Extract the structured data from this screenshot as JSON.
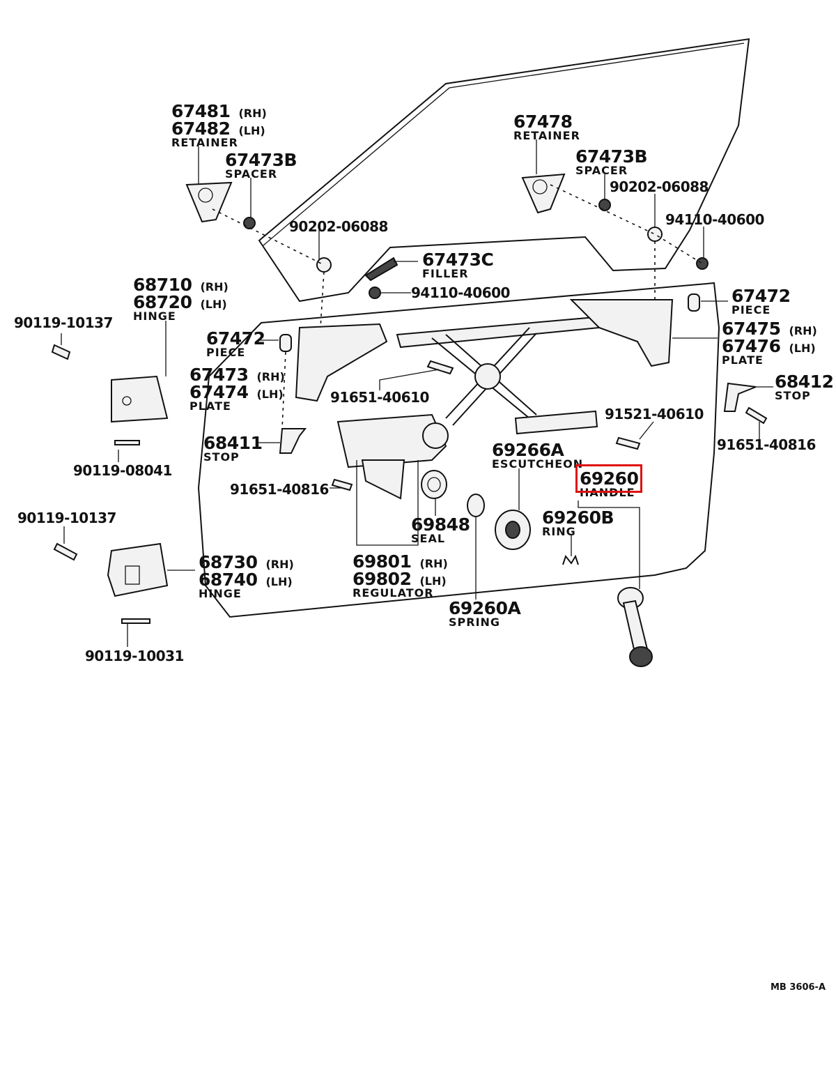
{
  "title_code": "MB 3606-A",
  "highlight_color": "#e01010",
  "labels": {
    "p67481": {
      "num": "67481",
      "side": "(RH)"
    },
    "p67482": {
      "num": "67482",
      "side": "(LH)",
      "name": "RETAINER"
    },
    "p67473b_l": {
      "num": "67473B",
      "name": "SPACER"
    },
    "p67478": {
      "num": "67478",
      "name": "RETAINER"
    },
    "p67473b_r": {
      "num": "67473B",
      "name": "SPACER"
    },
    "p90202_r": {
      "num": "90202-06088"
    },
    "p94110_r": {
      "num": "94110-40600"
    },
    "p90202_l": {
      "num": "90202-06088"
    },
    "p67473c": {
      "num": "67473C",
      "name": "FILLER"
    },
    "p94110_l": {
      "num": "94110-40600"
    },
    "p68710": {
      "num": "68710",
      "side": "(RH)"
    },
    "p68720": {
      "num": "68720",
      "side": "(LH)",
      "name": "HINGE"
    },
    "p90119_10137_a": {
      "num": "90119-10137"
    },
    "p67472_l": {
      "num": "67472",
      "name": "PIECE"
    },
    "p67473": {
      "num": "67473",
      "side": "(RH)"
    },
    "p67474": {
      "num": "67474",
      "side": "(LH)",
      "name": "PLATE"
    },
    "p67472_r": {
      "num": "67472",
      "name": "PIECE"
    },
    "p67475": {
      "num": "67475",
      "side": "(RH)"
    },
    "p67476": {
      "num": "67476",
      "side": "(LH)",
      "name": "PLATE"
    },
    "p91651_40610": {
      "num": "91651-40610"
    },
    "p68412": {
      "num": "68412",
      "name": "STOP"
    },
    "p91521_40610": {
      "num": "91521-40610"
    },
    "p91651_40816_r": {
      "num": "91651-40816"
    },
    "p68411": {
      "num": "68411",
      "name": "STOP"
    },
    "p90119_08041": {
      "num": "90119-08041"
    },
    "p69266a": {
      "num": "69266A",
      "name": "ESCUTCHEON"
    },
    "p69260": {
      "num": "69260",
      "name": "HANDLE"
    },
    "p91651_40816_l": {
      "num": "91651-40816"
    },
    "p69848": {
      "num": "69848",
      "name": "SEAL"
    },
    "p69260b": {
      "num": "69260B",
      "name": "RING"
    },
    "p90119_10137_b": {
      "num": "90119-10137"
    },
    "p68730": {
      "num": "68730",
      "side": "(RH)"
    },
    "p68740": {
      "num": "68740",
      "side": "(LH)",
      "name": "HINGE"
    },
    "p69801": {
      "num": "69801",
      "side": "(RH)"
    },
    "p69802": {
      "num": "69802",
      "side": "(LH)",
      "name": "REGULATOR"
    },
    "p69260a": {
      "num": "69260A",
      "name": "SPRING"
    },
    "p90119_10031": {
      "num": "90119-10031"
    }
  }
}
